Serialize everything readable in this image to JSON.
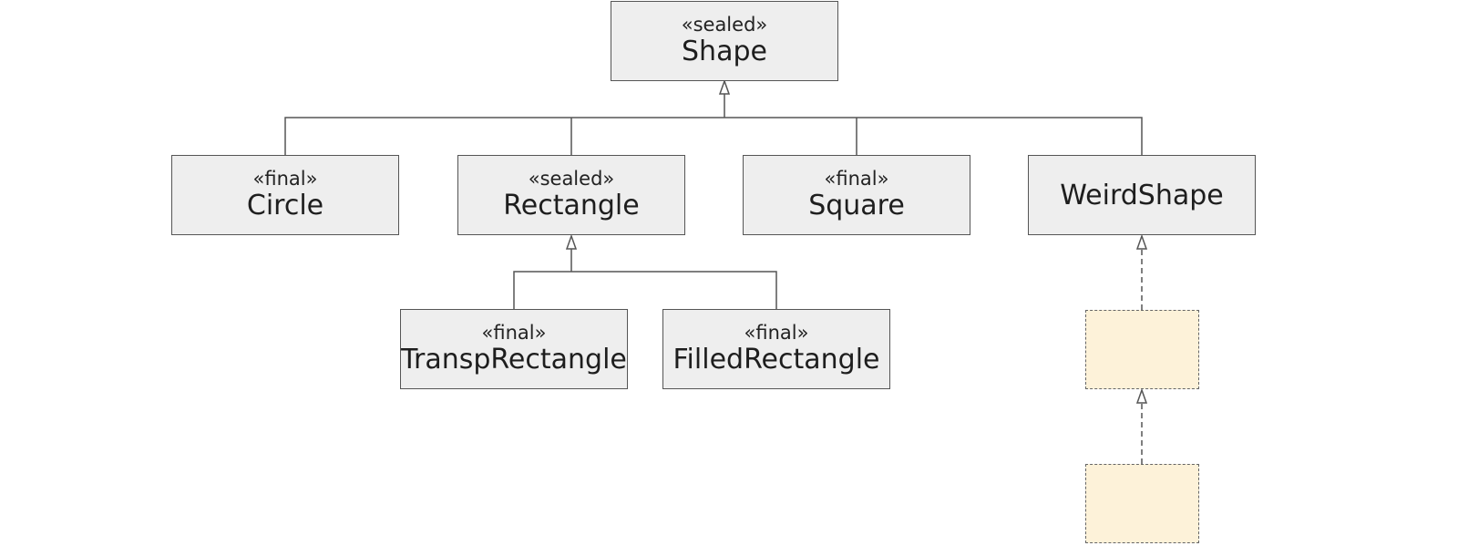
{
  "diagram": {
    "shape": {
      "stereotype": "«sealed»",
      "name": "Shape"
    },
    "circle": {
      "stereotype": "«final»",
      "name": "Circle"
    },
    "rectangle": {
      "stereotype": "«sealed»",
      "name": "Rectangle"
    },
    "square": {
      "stereotype": "«final»",
      "name": "Square"
    },
    "weirdshape": {
      "name": "WeirdShape"
    },
    "transp": {
      "stereotype": "«final»",
      "name": "TranspRectangle"
    },
    "filled": {
      "stereotype": "«final»",
      "name": "FilledRectangle"
    }
  },
  "colors": {
    "box_fill": "#eeeeee",
    "box_border": "#555555",
    "placeholder_fill": "#fdf2d9",
    "line": "#555555"
  }
}
